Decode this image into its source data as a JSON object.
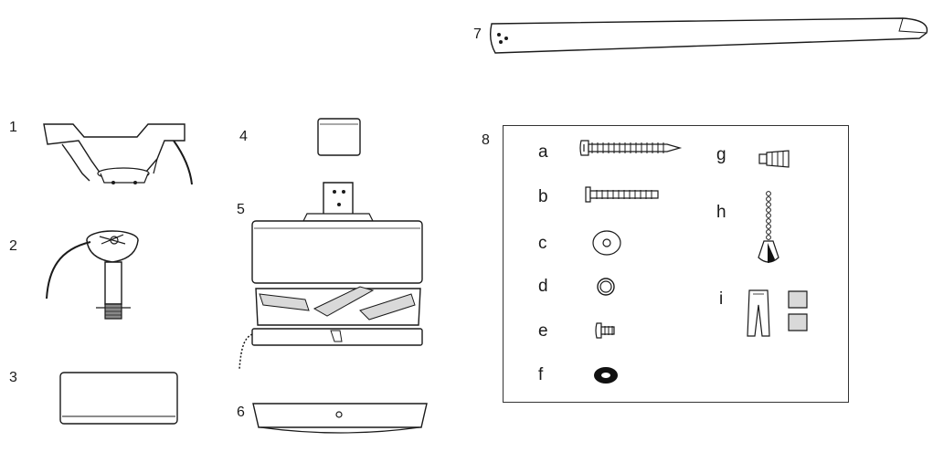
{
  "parts": [
    {
      "number": "1",
      "icon": "mounting-bracket"
    },
    {
      "number": "2",
      "icon": "hanger-ball-downrod"
    },
    {
      "number": "3",
      "icon": "canopy"
    },
    {
      "number": "4",
      "icon": "coupling-cover"
    },
    {
      "number": "5",
      "icon": "motor-housing"
    },
    {
      "number": "6",
      "icon": "switch-housing-cap"
    },
    {
      "number": "7",
      "icon": "blade"
    },
    {
      "number": "8",
      "icon": "hardware-kit"
    }
  ],
  "hardware": [
    {
      "letter": "a",
      "icon": "long-screw"
    },
    {
      "letter": "b",
      "icon": "bolt"
    },
    {
      "letter": "c",
      "icon": "flat-washer"
    },
    {
      "letter": "d",
      "icon": "lock-washer"
    },
    {
      "letter": "e",
      "icon": "short-screw"
    },
    {
      "letter": "f",
      "icon": "rubber-washer"
    },
    {
      "letter": "g",
      "icon": "wire-nut"
    },
    {
      "letter": "h",
      "icon": "pull-chain"
    },
    {
      "letter": "i",
      "icon": "clip-and-pads"
    }
  ],
  "colors": {
    "line": "#1a1a1a",
    "fill": "#ffffff",
    "shade": "#d9d9d9",
    "dark": "#111111"
  }
}
